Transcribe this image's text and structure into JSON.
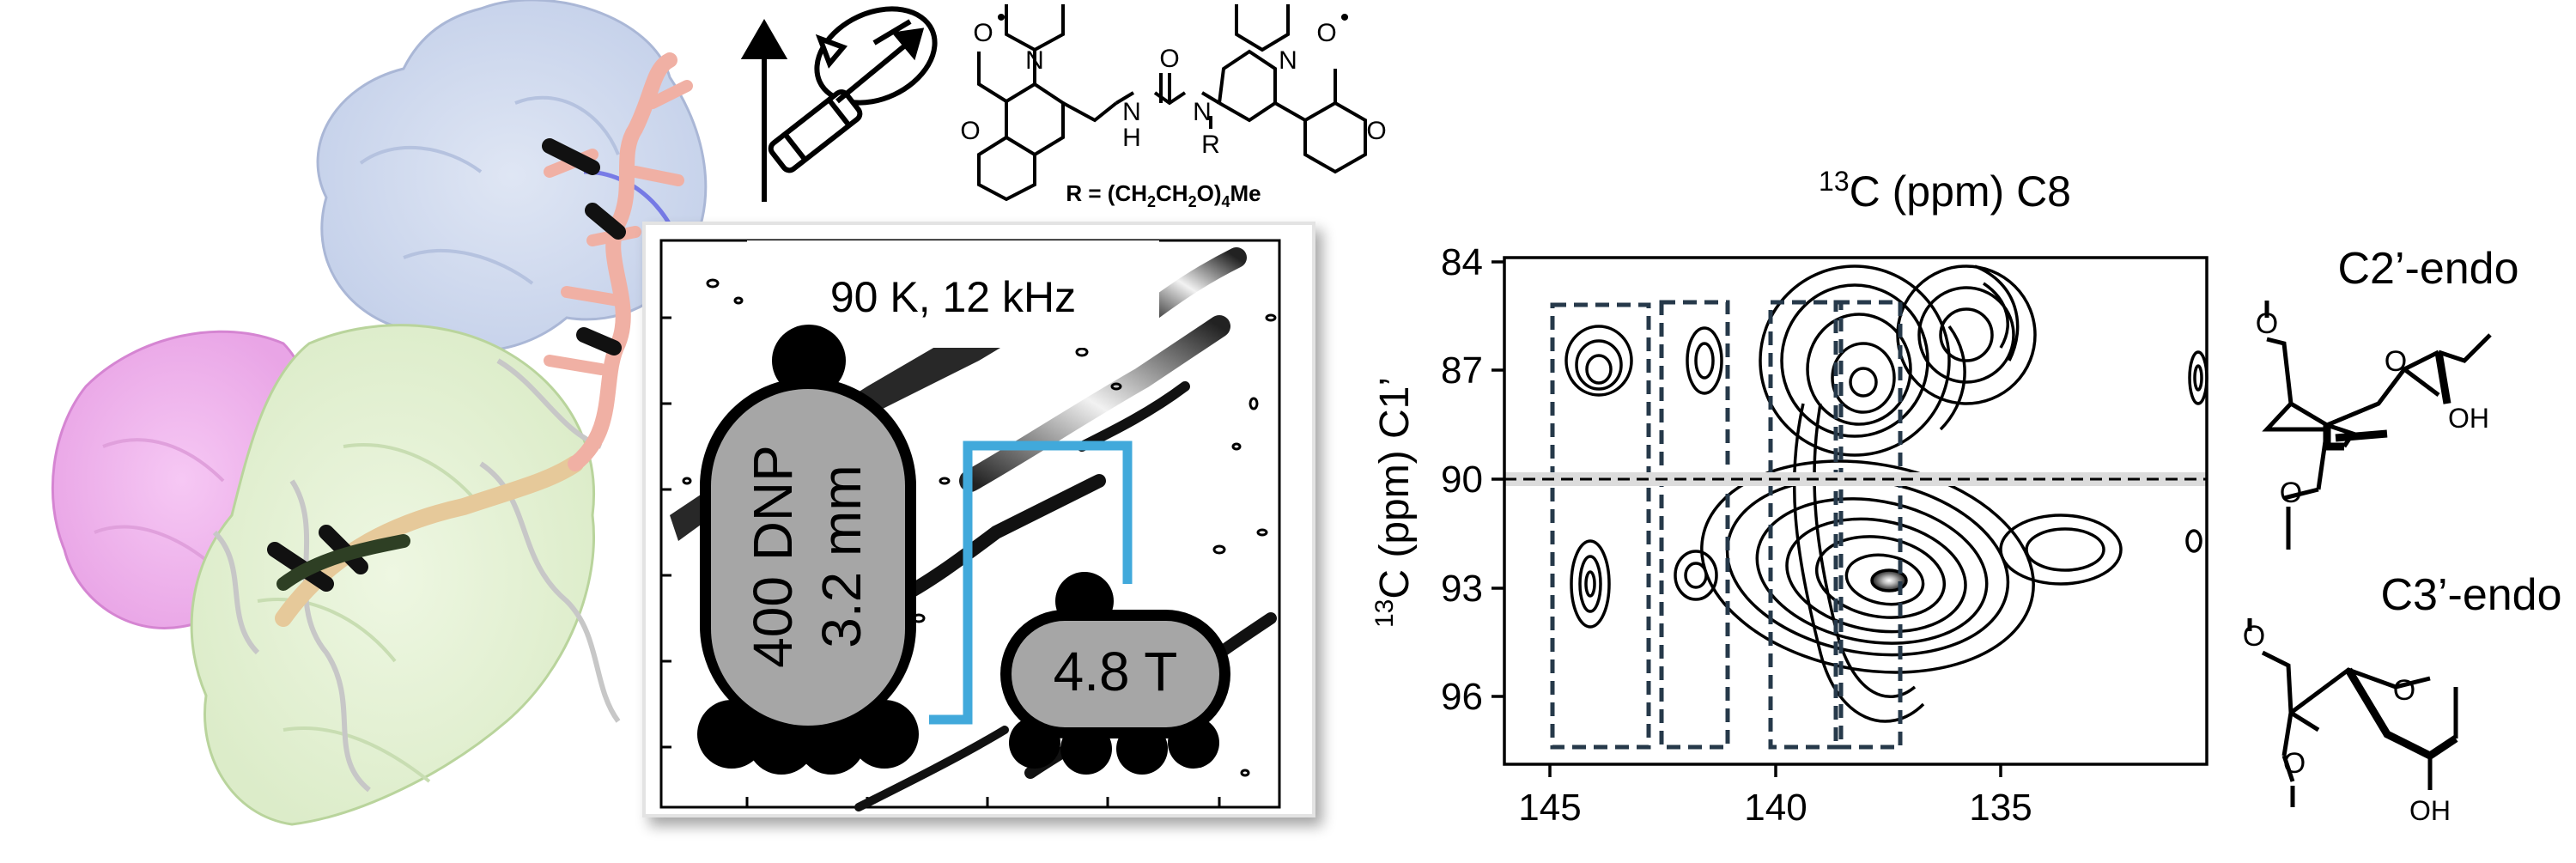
{
  "inset": {
    "conditions": "90 K, 12 kHz",
    "probe_line1": "400 DNP",
    "probe_line2": "3.2 mm",
    "field": "4.8 T"
  },
  "radical": {
    "r_group_prefix": "R = (CH",
    "r_group_sub1": "2",
    "r_group_mid": "CH",
    "r_group_sub2": "2",
    "r_group_suffix": "O)",
    "r_group_sub3": "4",
    "r_group_end": "Me",
    "atoms": {
      "o": "O",
      "n": "N",
      "h": "H",
      "r": "R",
      "dot": "•"
    }
  },
  "spectrum": {
    "title_sup": "13",
    "title_rest": "C (ppm) C8",
    "ylabel_sup": "13",
    "ylabel_rest": "C (ppm) C1’",
    "y_ticks": [
      "84",
      "87",
      "90",
      "93",
      "96"
    ],
    "x_ticks": [
      "145",
      "140",
      "135"
    ]
  },
  "sugars": {
    "c2_endo_label": "C2’-endo",
    "c3_endo_label": "C3’-endo",
    "oh": "OH",
    "o": "O"
  }
}
